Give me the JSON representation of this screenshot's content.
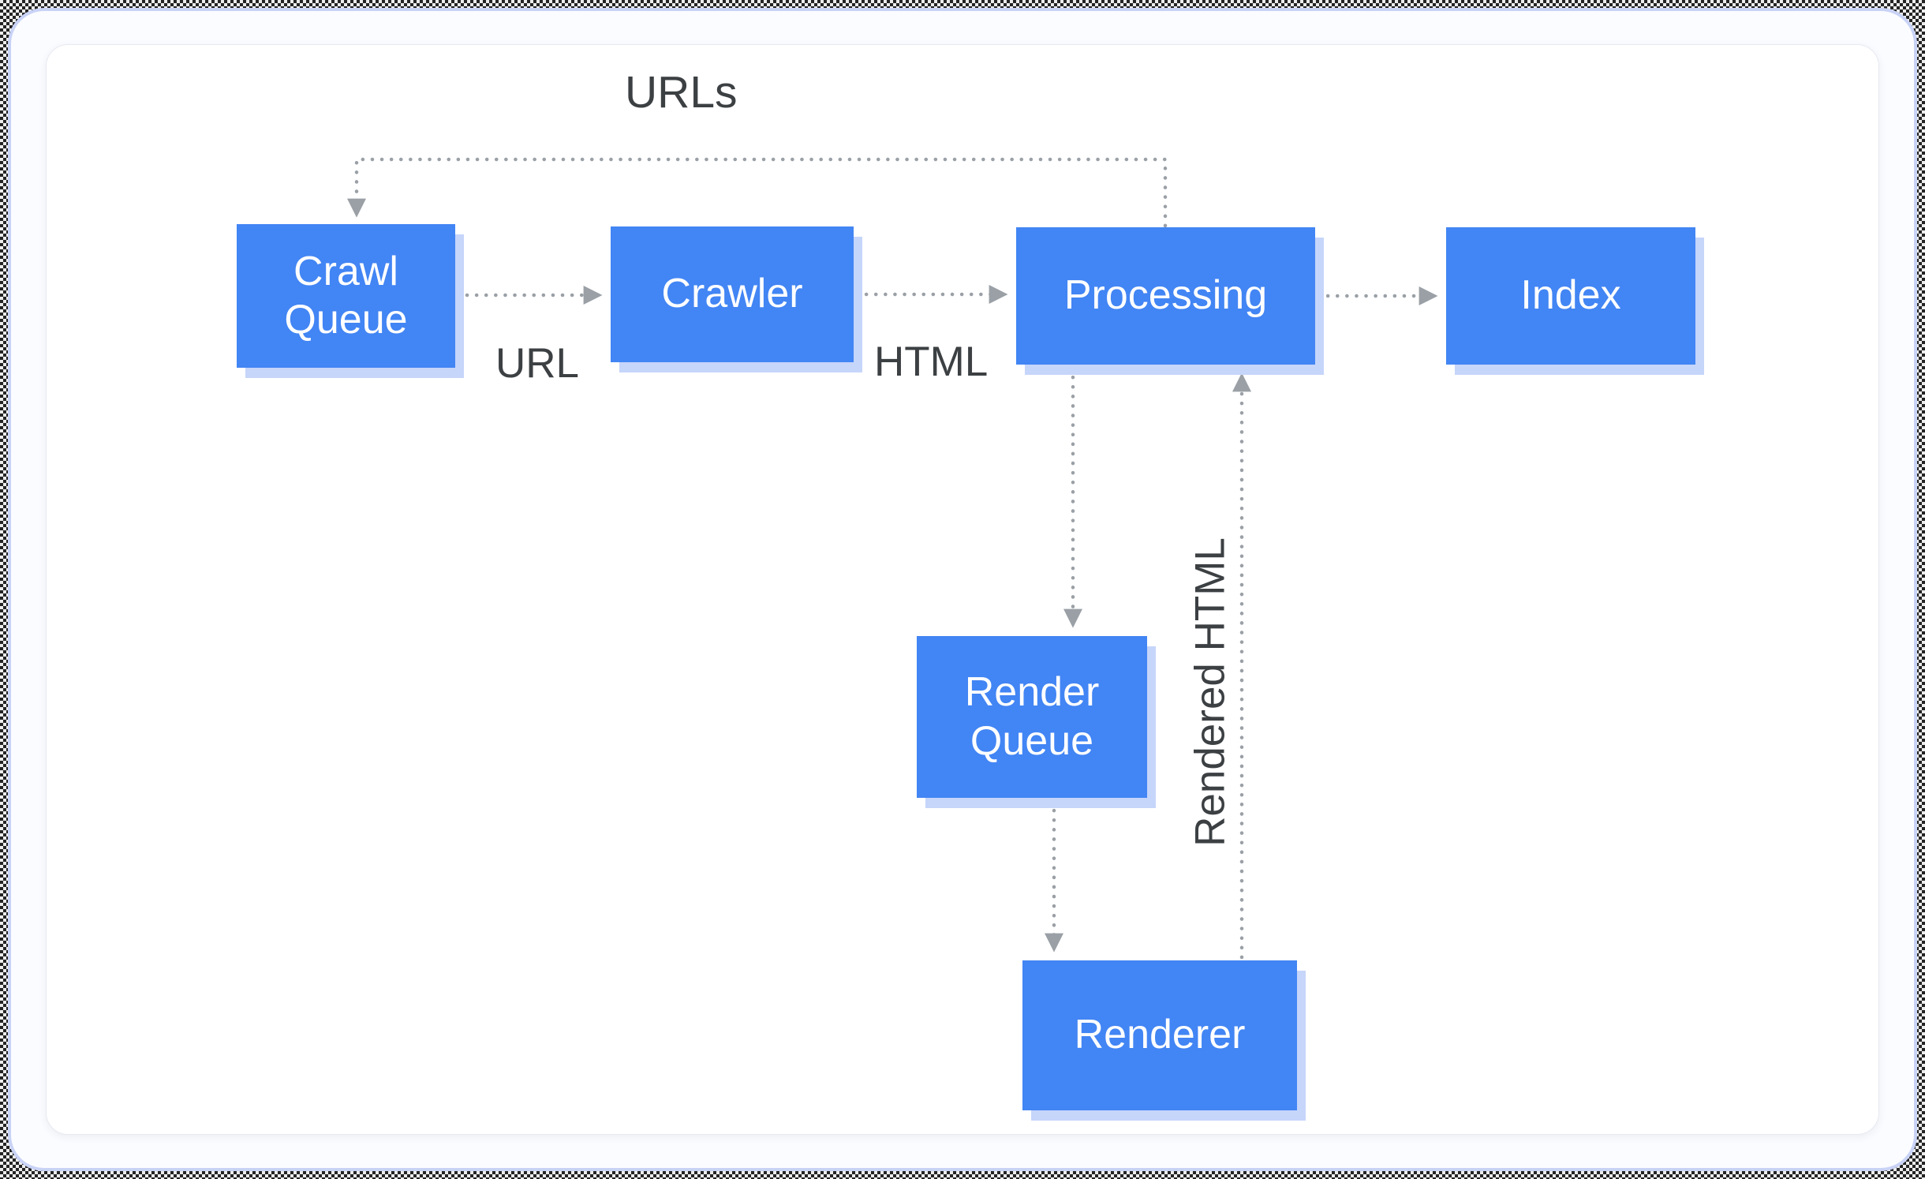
{
  "diagram": {
    "nodes": {
      "crawl_queue": {
        "label": "Crawl Queue"
      },
      "crawler": {
        "label": "Crawler"
      },
      "processing": {
        "label": "Processing"
      },
      "index": {
        "label": "Index"
      },
      "render_queue": {
        "label": "Render Queue"
      },
      "renderer": {
        "label": "Renderer"
      }
    },
    "edge_labels": {
      "urls": "URLs",
      "url": "URL",
      "html": "HTML",
      "rendered_html": "Rendered HTML"
    },
    "edges": [
      {
        "from": "Processing",
        "to": "Crawl Queue",
        "label": "URLs"
      },
      {
        "from": "Crawl Queue",
        "to": "Crawler",
        "label": "URL"
      },
      {
        "from": "Crawler",
        "to": "Processing",
        "label": "HTML"
      },
      {
        "from": "Processing",
        "to": "Index",
        "label": ""
      },
      {
        "from": "Processing",
        "to": "Render Queue",
        "label": ""
      },
      {
        "from": "Render Queue",
        "to": "Renderer",
        "label": ""
      },
      {
        "from": "Renderer",
        "to": "Processing",
        "label": "Rendered HTML"
      }
    ],
    "colors": {
      "node_fill": "#4285f4",
      "node_text": "#ffffff",
      "node_shadow": "#c6d5fa",
      "arrow": "#9aa0a6",
      "label_text": "#3c4043",
      "frame_border": "#c9d3f6",
      "card_bg": "#ffffff"
    }
  }
}
